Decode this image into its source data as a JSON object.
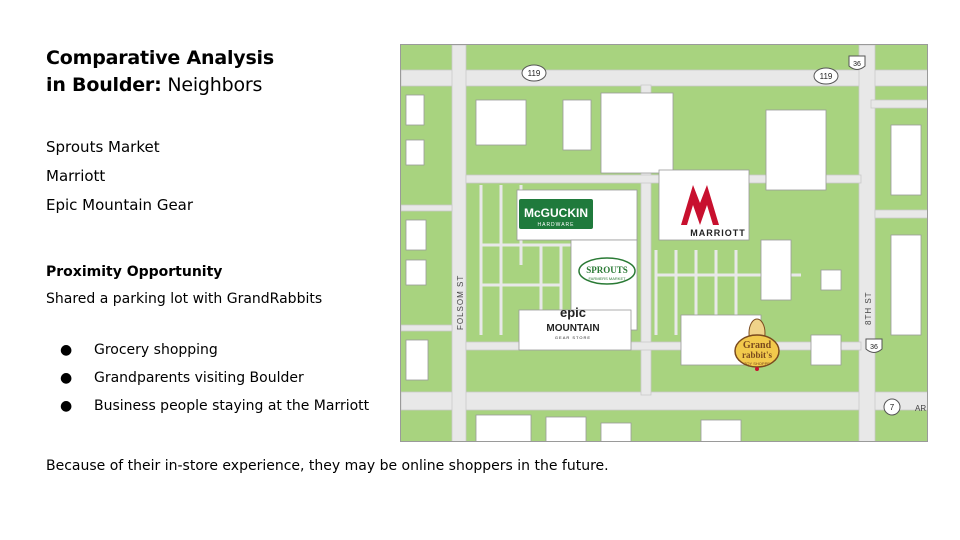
{
  "slide": {
    "title_bold_1": "Comparative Analysis",
    "title_bold_2": "in Boulder:",
    "title_rest": " Neighbors",
    "neighbors": [
      "Sprouts Market",
      "Marriott",
      "Epic Mountain Gear"
    ],
    "proximity_heading": "Proximity Opportunity",
    "proximity_text": "Shared a parking lot with GrandRabbits",
    "bullets": [
      "Grocery shopping",
      "Grandparents visiting Boulder",
      "Business people staying at the Marriott"
    ],
    "footer": "Because of their in-store experience, they may be online shoppers in the future."
  },
  "map": {
    "route_119_a": "119",
    "route_119_b": "119",
    "route_36_a": "36",
    "route_36_b": "36",
    "route_7": "7",
    "street_folsom": "FOLSOM ST",
    "street_8th": "8TH ST",
    "street_ar": "AR",
    "mcguckin": "McGUCKIN",
    "mcguckin_sub": "HARDWARE",
    "sprouts": "SPROUTS",
    "sprouts_sub": "FARMERS MARKET",
    "marriott": "MARRIOTT",
    "epic": "epic",
    "mountain": "MOUNTAIN",
    "gear_store": "GEAR STORE",
    "grand": "Grand",
    "rabbits": "rabbit's",
    "toy_shoppe": "TOY SHOPPE",
    "colors": {
      "grass": "#a8d37f",
      "road": "#e8e8e8",
      "building": "#ffffff",
      "mcguckin_green": "#1f7a3c",
      "marriott_red": "#c8102e",
      "grandrabbits_brown": "#7a4a1e"
    }
  }
}
